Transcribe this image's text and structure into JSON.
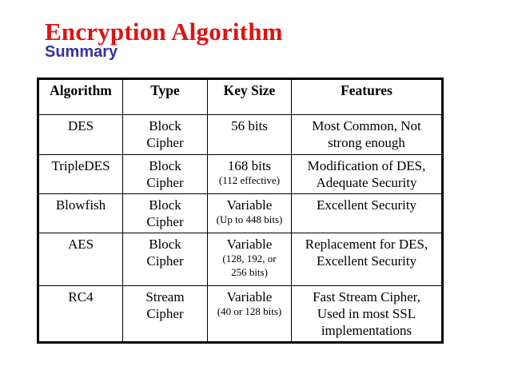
{
  "colors": {
    "title": "#e01111",
    "subtitle": "#3434a3",
    "table_border": "#000000",
    "text": "#000000",
    "background": "#ffffff"
  },
  "slide": {
    "title": "Encryption Algorithm",
    "subtitle": "Summary"
  },
  "table": {
    "headers": [
      "Algorithm",
      "Type",
      "Key Size",
      "Features"
    ],
    "rows": [
      {
        "algorithm": "DES",
        "type": "Block\nCipher",
        "key_size": "56 bits",
        "key_size_note": "",
        "features": "Most Common, Not\nstrong enough"
      },
      {
        "algorithm": "TripleDES",
        "type": "Block\nCipher",
        "key_size": "168 bits",
        "key_size_note": "(112 effective)",
        "features": "Modification of DES,\nAdequate Security"
      },
      {
        "algorithm": "Blowfish",
        "type": "Block\nCipher",
        "key_size": "Variable",
        "key_size_note": "(Up to 448 bits)",
        "features": "Excellent Security"
      },
      {
        "algorithm": "AES",
        "type": "Block\nCipher",
        "key_size": "Variable",
        "key_size_note": "(128, 192, or\n256 bits)",
        "features": "Replacement for DES,\nExcellent Security"
      },
      {
        "algorithm": "RC4",
        "type": "Stream\nCipher",
        "key_size": "Variable",
        "key_size_note": "(40 or 128 bits)",
        "features": "Fast Stream Cipher,\nUsed in most SSL\nimplementations"
      }
    ]
  }
}
